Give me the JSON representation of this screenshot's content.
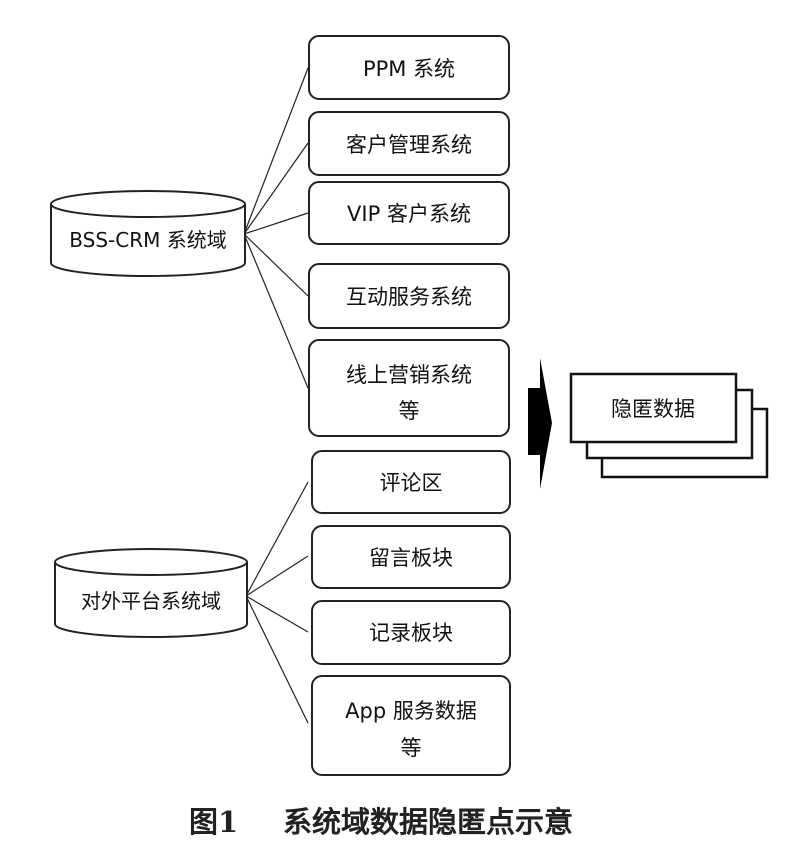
{
  "bss_domain": {
    "label": "BSS-CRM 系统域",
    "systems": [
      {
        "label": "PPM 系统"
      },
      {
        "label": "客户管理系统"
      },
      {
        "label": "VIP 客户系统"
      },
      {
        "label": "互动服务系统"
      },
      {
        "label_line1": "线上营销系统",
        "label_line2": "等"
      }
    ]
  },
  "external_domain": {
    "label": "对外平台系统域",
    "systems": [
      {
        "label": "评论区"
      },
      {
        "label": "留言板块"
      },
      {
        "label": "记录板块"
      },
      {
        "label_line1": "App 服务数据",
        "label_line2": "等"
      }
    ]
  },
  "hidden_data": {
    "label": "隐匿数据"
  },
  "caption": {
    "number": "图1",
    "title": "系统域数据隐匿点示意"
  }
}
